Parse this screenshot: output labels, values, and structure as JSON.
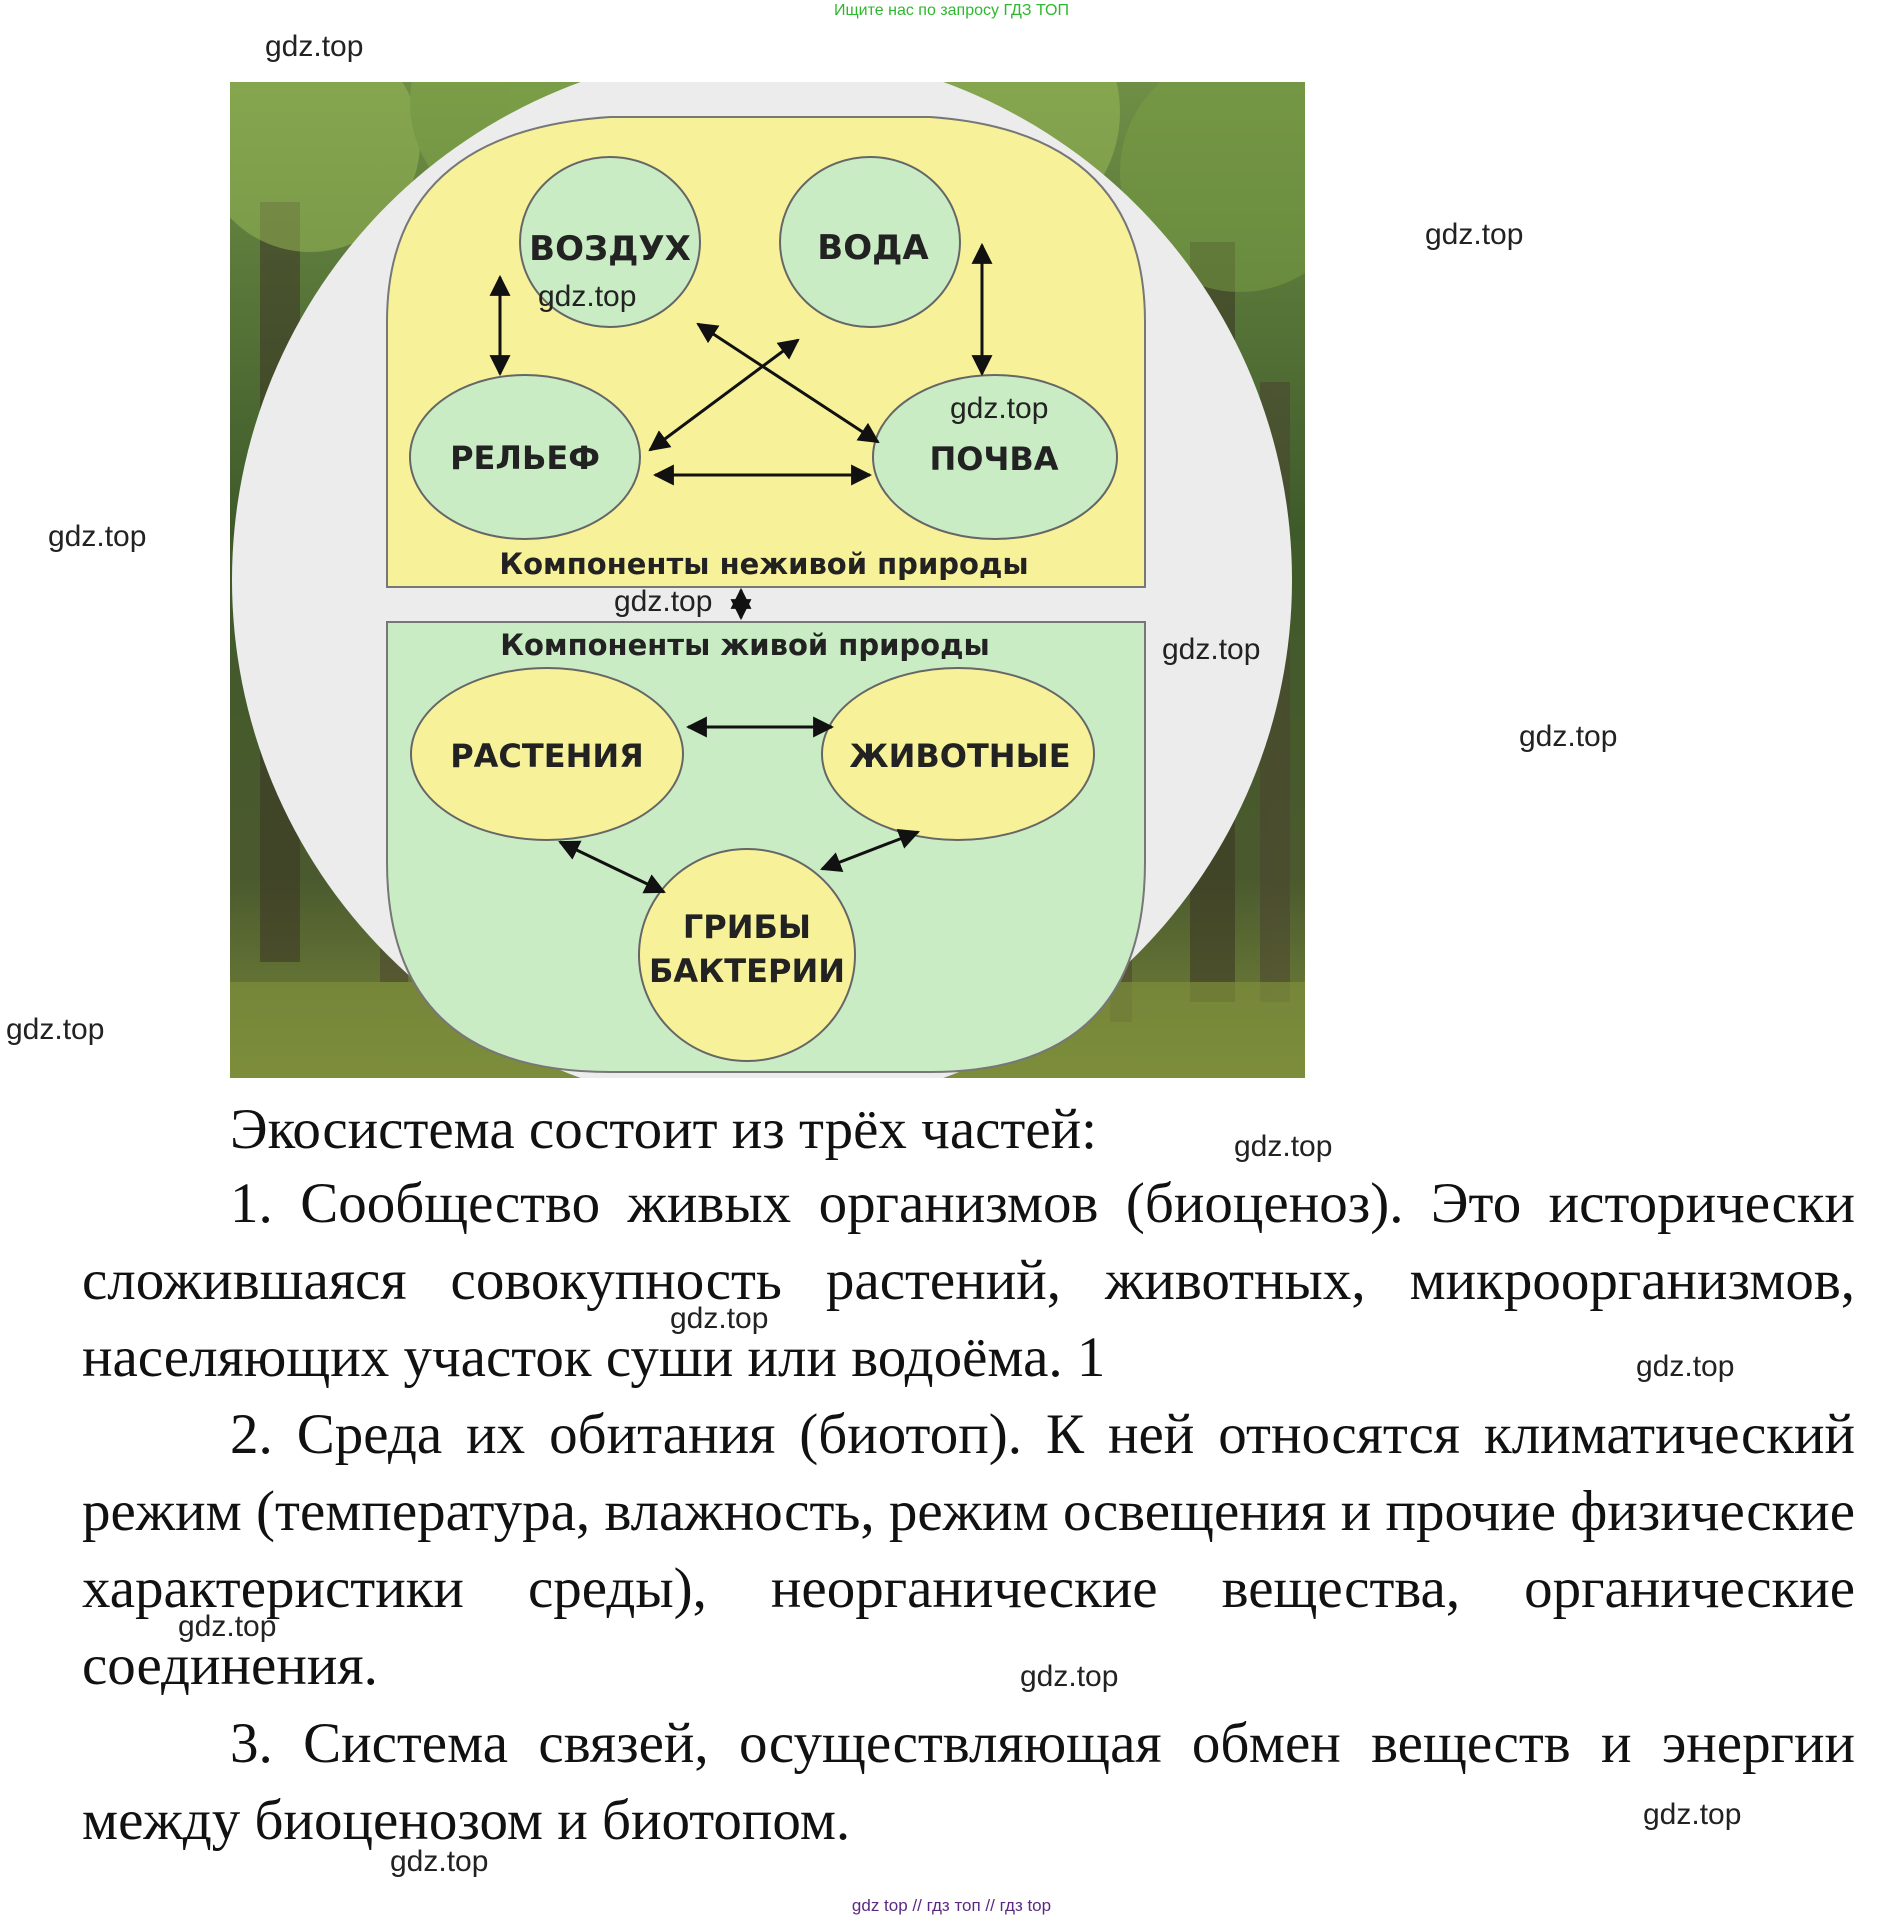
{
  "header": {
    "note": "Ищите нас по запросу ГДЗ ТОП"
  },
  "watermark": "gdz.top",
  "diagram": {
    "abiotic": {
      "air": "ВОЗДУХ",
      "water": "ВОДА",
      "relief": "РЕЛЬЕФ",
      "soil": "ПОЧВА",
      "caption": "Компоненты неживой природы"
    },
    "biotic": {
      "caption": "Компоненты живой природы",
      "plants": "РАСТЕНИЯ",
      "animals": "ЖИВОТНЫЕ",
      "fungi_line1": "ГРИБЫ",
      "fungi_line2": "БАКТЕРИИ"
    },
    "colors": {
      "abiotic_panel": "#f7f29a",
      "abiotic_circles": "#c9ecc4",
      "biotic_panel": "#c9ecc4",
      "biotic_circles": "#f7f29a",
      "outer_circle": "#ececec"
    }
  },
  "text": {
    "intro": "Экосистема состоит из трёх частей:",
    "item1": "1. Сообщество живых организмов (биоценоз). Это исторически сложившаяся совокупность растений, животных, микроорганизмов, населяющих участок суши или водоёма. 1",
    "item2": "2. Среда их обитания (биотоп). К ней относятся климатический режим (температура, влажность, режим освещения и прочие физические характеристики среды), неорганические вещества, органические соединения.",
    "item3": "3. Система связей, осуществляющая обмен веществ и энергии между биоценозом и биотопом."
  },
  "footer": {
    "links": "gdz top // гдз топ // гдз top"
  }
}
